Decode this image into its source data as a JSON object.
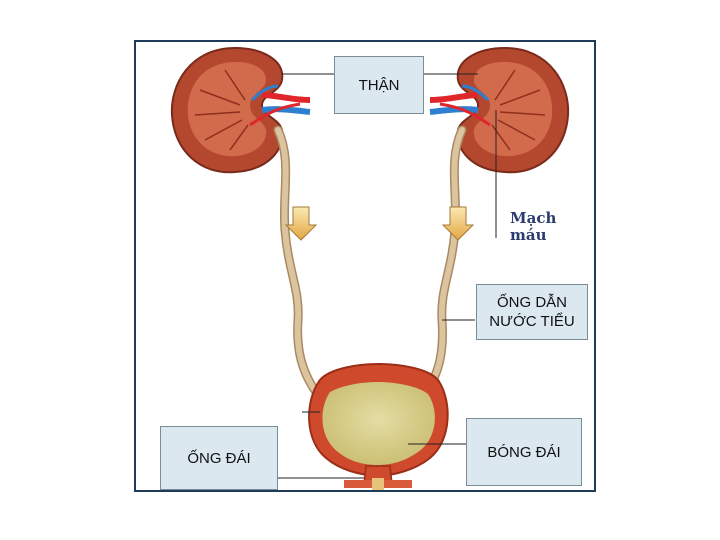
{
  "labels": {
    "kidney": "THẬN",
    "blood_vessel_line1": "Mạch",
    "blood_vessel_line2": "máu",
    "ureter_line1": "ỐNG DẪN",
    "ureter_line2": "NƯỚC TIỂU",
    "urethra": "ỐNG ĐÁI",
    "bladder": "BÓNG ĐÁI"
  },
  "colors": {
    "frame": "#1f3b5a",
    "label_box": "#dbe8f0",
    "kidney_tissue": "#b4482f",
    "artery": "#e0262b",
    "vein": "#2f7fd0",
    "ureter": "#d9c09a",
    "bladder_wall": "#d2472b",
    "bladder_inner": "#d8cf8e",
    "arrow": "#f2d37a"
  }
}
